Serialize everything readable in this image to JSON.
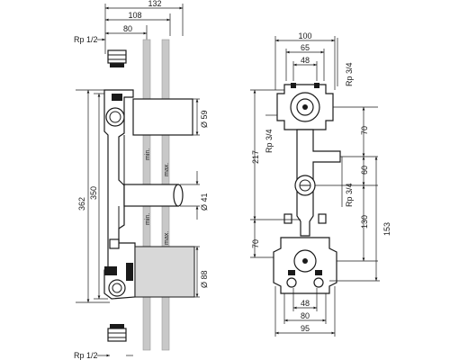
{
  "left_view": {
    "dim_width_total": "132",
    "dim_width_mid": "108",
    "dim_width_small": "80",
    "thread_top": "Rp 1/2",
    "thread_bottom": "Rp 1/2",
    "dim_height_total": "362",
    "dim_height_inner": "350",
    "dia_upper": "Ø 59",
    "dia_middle": "Ø 41",
    "dia_lower": "Ø 88",
    "label_min_upper": "min.",
    "label_max_upper": "max.",
    "label_min_lower": "min.",
    "label_max_lower": "max."
  },
  "right_view": {
    "dim_top_100": "100",
    "dim_top_65": "65",
    "dim_top_48": "48",
    "thread_top_right": "Rp 3/4",
    "thread_left": "Rp 3/4",
    "thread_mid_right": "Rp 3/4",
    "dim_left_217": "217",
    "dim_left_70": "70",
    "dim_right_70": "70",
    "dim_right_60": "60",
    "dim_right_130": "130",
    "dim_right_153": "153",
    "dim_bottom_48": "48",
    "dim_bottom_80": "80",
    "dim_bottom_95": "95"
  }
}
